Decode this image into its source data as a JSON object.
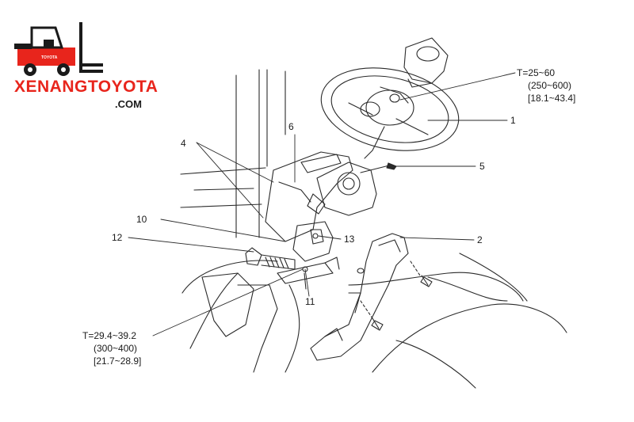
{
  "brand": {
    "name": "XENANGTOYOTA",
    "domain": ".COM",
    "badge": "TOYOTA",
    "color": "#e8251c"
  },
  "callouts": {
    "c1": "1",
    "c2": "2",
    "c4": "4",
    "c5": "5",
    "c6": "6",
    "c10": "10",
    "c11": "11",
    "c12": "12",
    "c13": "13"
  },
  "torque_top": {
    "t": "T=25~60",
    "kgf": "(250~600)",
    "ftlbf": "[18.1~43.4]"
  },
  "torque_bottom": {
    "t": "T=29.4~39.2",
    "kgf": "(300~400)",
    "ftlbf": "[21.7~28.9]"
  }
}
